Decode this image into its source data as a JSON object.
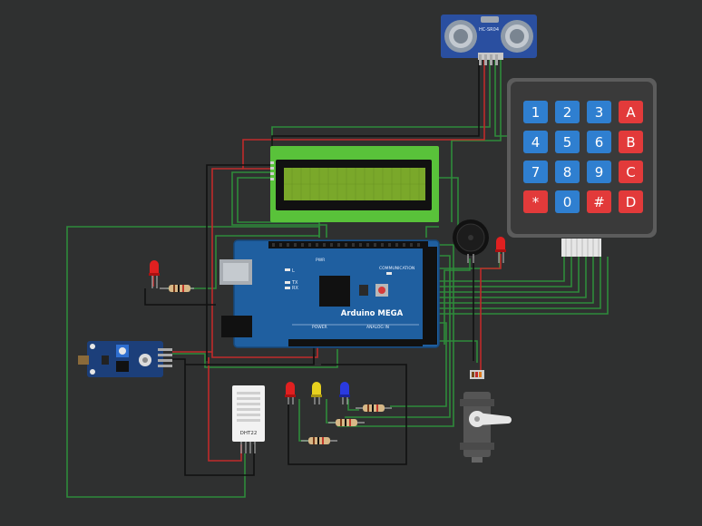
{
  "colors": {
    "background": "#2f3030",
    "wire_green": "#2e8b3a",
    "wire_red": "#c02a2a",
    "wire_black": "#111111",
    "board_blue": "#1f5fa0",
    "lcd_green": "#7aa82a",
    "lcd_frame": "#59c23a",
    "keypad_body": "#3a3a3a",
    "key_blue": "#2f7fd0",
    "key_red": "#e23a3a"
  },
  "ultrasonic": {
    "label": "HC-SR04"
  },
  "arduino": {
    "title": "Arduino MEGA",
    "pwr_label": "PWR",
    "comm_label": "COMMUNICATION",
    "power_label": "POWER",
    "analog_label": "ANALOG IN",
    "led_l": "L",
    "led_tx": "TX",
    "led_rx": "RX"
  },
  "dht": {
    "label": "DHT22"
  },
  "keypad": {
    "keys": [
      "1",
      "2",
      "3",
      "A",
      "4",
      "5",
      "6",
      "B",
      "7",
      "8",
      "9",
      "C",
      "*",
      "0",
      "#",
      "D"
    ],
    "key_colors": [
      "blue",
      "blue",
      "blue",
      "red",
      "blue",
      "blue",
      "blue",
      "red",
      "blue",
      "blue",
      "blue",
      "red",
      "red",
      "blue",
      "red",
      "red"
    ]
  },
  "components": {
    "lcd": "lcd-16x2",
    "buzzer": "piezo-buzzer",
    "servo": "micro-servo",
    "ldr": "light-sensor-module",
    "leds": [
      "red",
      "yellow",
      "blue"
    ]
  }
}
